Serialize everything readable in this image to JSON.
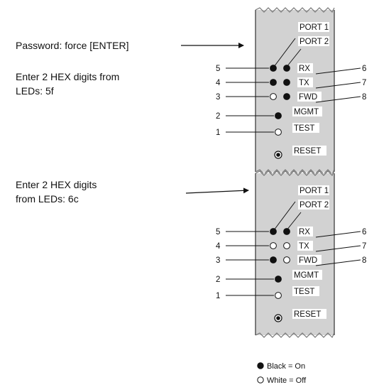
{
  "instructions": {
    "password": "Password: force [ENTER]",
    "top_line1": "Enter 2 HEX digits from",
    "top_line2": "LEDs: 5f",
    "bottom_line1": "Enter 2 HEX digits",
    "bottom_line2": "from LEDs: 6c"
  },
  "panel_labels": {
    "port1": "PORT 1",
    "port2": "PORT 2",
    "rx": "RX",
    "tx": "TX",
    "fwd": "FWD",
    "mgmt": "MGMT",
    "test": "TEST",
    "reset": "RESET"
  },
  "bit_numbers": {
    "five": "5",
    "four": "4",
    "three": "3",
    "two": "2",
    "one": "1",
    "six": "6",
    "seven": "7",
    "eight": "8"
  },
  "panels": [
    {
      "id": "top",
      "leds": {
        "rx_port1": "on",
        "rx_port2": "on",
        "tx_port1": "on",
        "tx_port2": "on",
        "fwd_port1": "off",
        "fwd_port2": "on",
        "mgmt": "on",
        "test": "off"
      }
    },
    {
      "id": "bottom",
      "leds": {
        "rx_port1": "on",
        "rx_port2": "on",
        "tx_port1": "off",
        "tx_port2": "off",
        "fwd_port1": "on",
        "fwd_port2": "off",
        "mgmt": "on",
        "test": "off"
      }
    }
  ],
  "legend": {
    "on": "Black = On",
    "off": "White = Off"
  },
  "colors": {
    "panel_fill": "#d2d2d2",
    "led_on": "#111111",
    "led_off": "#ffffff",
    "line": "#111111"
  }
}
